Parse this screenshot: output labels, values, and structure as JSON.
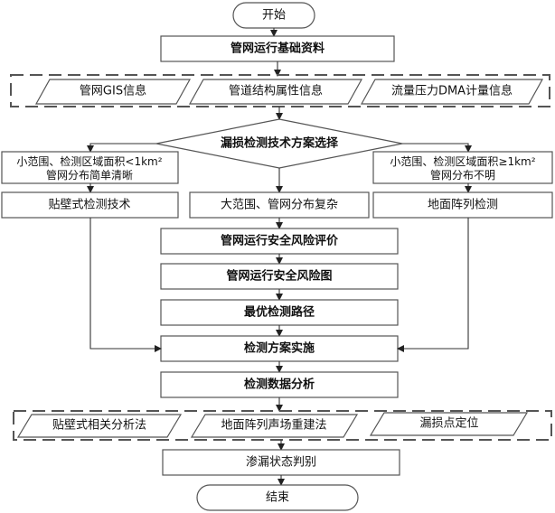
{
  "flowchart": {
    "start": "开始",
    "end": "结束",
    "basic_data": "管网运行基础资料",
    "inputs": [
      "管网GIS信息",
      "管道结构属性信息",
      "流量压力DMA计量信息"
    ],
    "decision": "漏损检测技术方案选择",
    "branch_left": {
      "condition_line1": "小范围、检测区域面积<1km²",
      "condition_line2": "管网分布简单清晰",
      "technique": "贴壁式检测技术"
    },
    "branch_middle": {
      "condition": "大范围、管网分布复杂"
    },
    "branch_right": {
      "condition_line1": "小范围、检测区域面积≥1km²",
      "condition_line2": "管网分布不明",
      "technique": "地面阵列检测"
    },
    "risk_evaluation": "管网运行安全风险评价",
    "risk_map": "管网运行安全风险图",
    "optimal_path": "最优检测路径",
    "implementation": "检测方案实施",
    "data_analysis": "检测数据分析",
    "methods": [
      "贴壁式相关分析法",
      "地面阵列声场重建法",
      "漏损点定位"
    ],
    "judgment": "渗漏状态判别"
  }
}
